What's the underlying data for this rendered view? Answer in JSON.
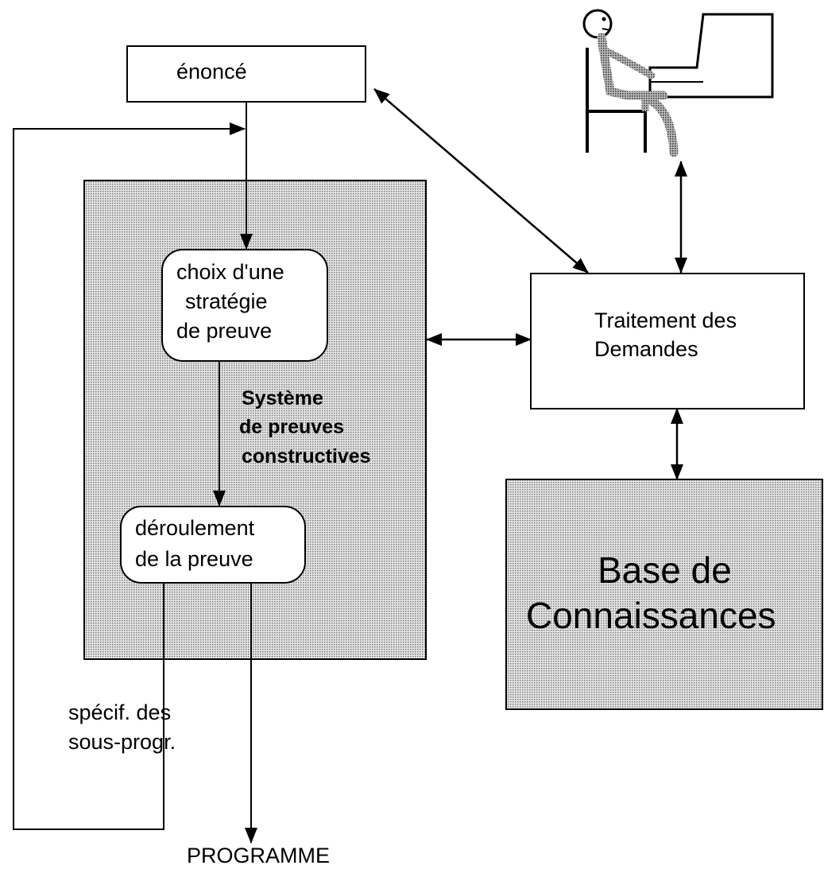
{
  "enonce": "énoncé",
  "strategy": [
    "choix d'une",
    "stratégie",
    "de preuve"
  ],
  "system": [
    "Système",
    "de preuves",
    "constructives"
  ],
  "proof_run": [
    "déroulement",
    "de la preuve"
  ],
  "subprog_spec": [
    "spécif. des",
    "sous-progr."
  ],
  "program": "PROGRAMME",
  "requests": [
    "Traitement des",
    "Demandes"
  ],
  "knowledge_base": [
    "Base de",
    "Connaissances"
  ]
}
